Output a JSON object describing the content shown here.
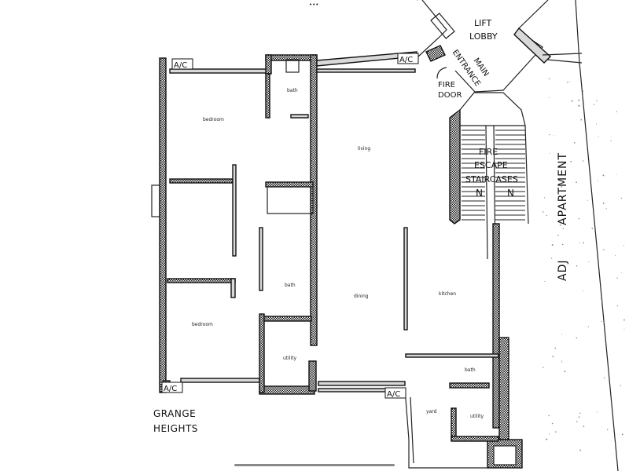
{
  "labels": {
    "lift_lobby_1": "LIFT",
    "lift_lobby_2": "LOBBY",
    "main_entrance_1": "MAIN",
    "main_entrance_2": "ENTRANCE",
    "fire_door_1": "FIRE",
    "fire_door_2": "DOOR",
    "fire_escape_1": "FIRE",
    "fire_escape_2": "ESCAPE",
    "fire_escape_3": "STAIRCASES",
    "adjoining_apartment": "ADJ        APARTMENT",
    "grange_1": "GRANGE",
    "grange_2": "HEIGHTS",
    "ac": "A/C",
    "top_dots": "•••"
  },
  "rooms": {
    "bath_top": "bath",
    "bedroom_top": "bedroom",
    "living": "living",
    "bath_mid": "bath",
    "dining": "dining",
    "kitchen": "kitchen",
    "bedroom_bottom": "bedroom",
    "utility_left": "utility",
    "bath_right": "bath",
    "yard": "yard",
    "utility_right": "utility"
  }
}
